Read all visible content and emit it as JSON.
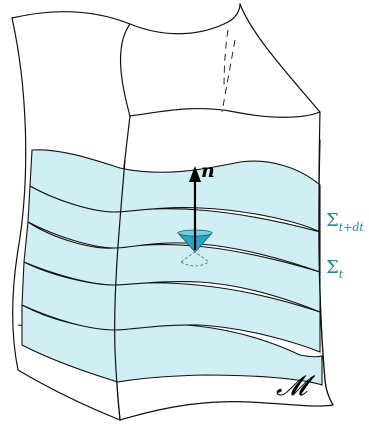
{
  "labels": {
    "normal": "n",
    "manifold": "𝓜",
    "slice_upper": {
      "symbol": "Σ",
      "subscript": "t+dt"
    },
    "slice_lower": {
      "symbol": "Σ",
      "subscript": "t"
    }
  },
  "colors": {
    "slice_fill": "#cfeff4",
    "slice_label": "#1f8a9a",
    "light_cone": "#2aa6c2",
    "outline": "#111111"
  }
}
